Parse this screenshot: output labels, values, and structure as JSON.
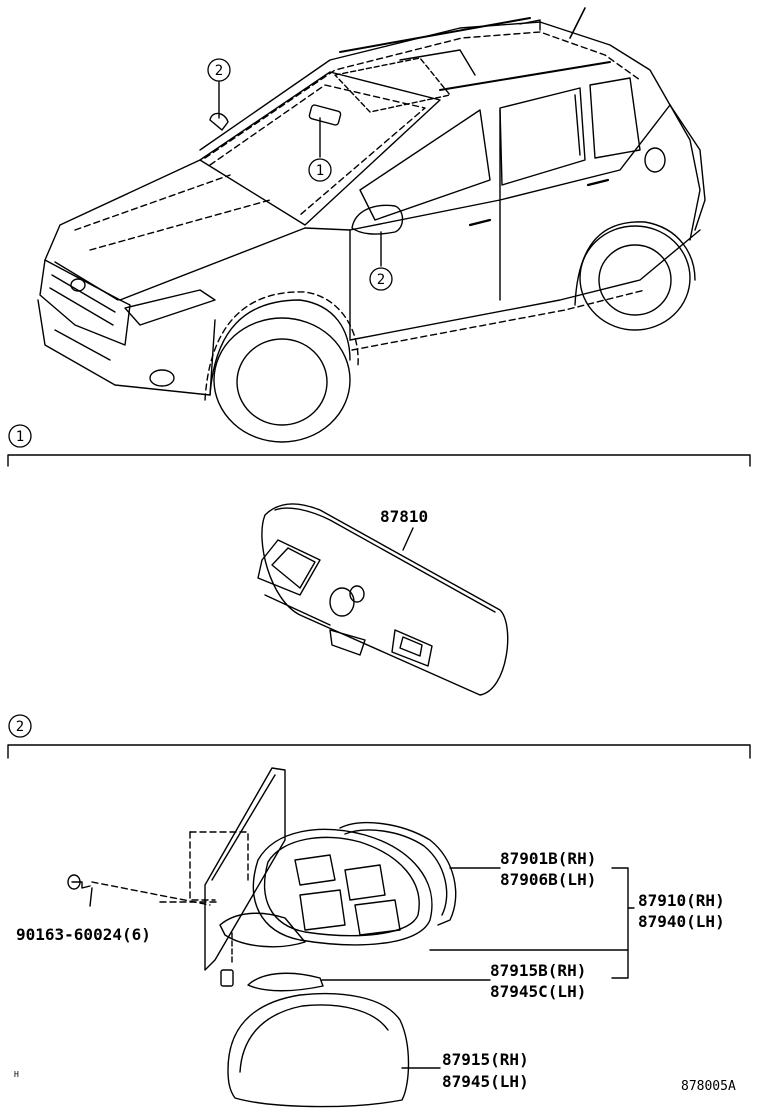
{
  "callouts": {
    "one": "1",
    "two": "2"
  },
  "sections": [
    {
      "marker": "1"
    },
    {
      "marker": "2"
    }
  ],
  "parts": {
    "inner_mirror": "87810",
    "mirror_sub_rh": "87901B(RH)",
    "mirror_sub_lh": "87906B(LH)",
    "mirror_assy_rh": "87910(RH)",
    "mirror_assy_lh": "87940(LH)",
    "mirror_cover_sub_rh": "87915B(RH)",
    "mirror_cover_sub_lh": "87945C(LH)",
    "mirror_cover_rh": "87915(RH)",
    "mirror_cover_lh": "87945(LH)",
    "screw": "90163-60024(6)"
  },
  "footer": {
    "diagram_id": "878005A",
    "mark": "H"
  }
}
